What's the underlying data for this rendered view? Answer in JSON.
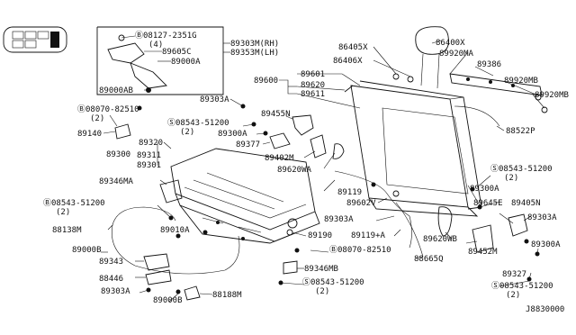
{
  "diagram": {
    "labels": [
      {
        "id": "p08127",
        "text": "Ⓑ08127-2351G"
      },
      {
        "id": "p08127q",
        "text": "(4)"
      },
      {
        "id": "p89605C",
        "text": "89605C"
      },
      {
        "id": "p89000A",
        "text": "89000A"
      },
      {
        "id": "p89000AB",
        "text": "89000AB"
      },
      {
        "id": "p89303M",
        "text": "89303M(RH)"
      },
      {
        "id": "p89353M",
        "text": "89353M(LH)"
      },
      {
        "id": "p89303A_top",
        "text": "89303A"
      },
      {
        "id": "p08070a",
        "text": "Ⓑ08070-82510"
      },
      {
        "id": "p08070aq",
        "text": "(2)"
      },
      {
        "id": "p89140",
        "text": "89140"
      },
      {
        "id": "p08543a",
        "text": "Ⓢ08543-51200"
      },
      {
        "id": "p08543aq",
        "text": "(2)"
      },
      {
        "id": "p89300A_a",
        "text": "89300A"
      },
      {
        "id": "p89455N",
        "text": "89455N"
      },
      {
        "id": "p89377",
        "text": "89377"
      },
      {
        "id": "p89600",
        "text": "89600"
      },
      {
        "id": "p89601",
        "text": "89601"
      },
      {
        "id": "p89620",
        "text": "89620"
      },
      {
        "id": "p89611",
        "text": "89611"
      },
      {
        "id": "p86405X",
        "text": "86405X"
      },
      {
        "id": "p86406X",
        "text": "86406X"
      },
      {
        "id": "p86400X",
        "text": "86400X"
      },
      {
        "id": "p89920MA",
        "text": "89920MA"
      },
      {
        "id": "p89386",
        "text": "89386"
      },
      {
        "id": "p89920MB_a",
        "text": "89920MB"
      },
      {
        "id": "p89920MB_b",
        "text": "89920MB"
      },
      {
        "id": "p88522P",
        "text": "88522P"
      },
      {
        "id": "p89320",
        "text": "89320"
      },
      {
        "id": "p89311",
        "text": "89311"
      },
      {
        "id": "p89300",
        "text": "89300"
      },
      {
        "id": "p89301",
        "text": "89301"
      },
      {
        "id": "p89402M",
        "text": "89402M"
      },
      {
        "id": "p89620WA",
        "text": "89620WA"
      },
      {
        "id": "p08543b",
        "text": "Ⓢ08543-51200"
      },
      {
        "id": "p08543bq",
        "text": "(2)"
      },
      {
        "id": "p89300A_b",
        "text": "89300A"
      },
      {
        "id": "p89346MA",
        "text": "89346MA"
      },
      {
        "id": "p08543c",
        "text": "Ⓑ08543-51200"
      },
      {
        "id": "p08543cq",
        "text": "(2)"
      },
      {
        "id": "p89119",
        "text": "89119"
      },
      {
        "id": "p89602V",
        "text": "89602V"
      },
      {
        "id": "p89645E",
        "text": "89645E"
      },
      {
        "id": "p89405N",
        "text": "89405N"
      },
      {
        "id": "p89303A_mid",
        "text": "89303A"
      },
      {
        "id": "p89303A_r",
        "text": "89303A"
      },
      {
        "id": "p88138M",
        "text": "88138M"
      },
      {
        "id": "p89010A",
        "text": "89010A"
      },
      {
        "id": "p89190",
        "text": "89190"
      },
      {
        "id": "p89119A",
        "text": "89119+A"
      },
      {
        "id": "p89620WB",
        "text": "89620WB"
      },
      {
        "id": "p89452M",
        "text": "89452M"
      },
      {
        "id": "p89300A_c",
        "text": "89300A"
      },
      {
        "id": "p89000B_a",
        "text": "89000B"
      },
      {
        "id": "p08070b",
        "text": "Ⓑ08070-82510"
      },
      {
        "id": "p88665Q",
        "text": "88665Q"
      },
      {
        "id": "p89343",
        "text": "89343"
      },
      {
        "id": "p89346MB",
        "text": "89346MB"
      },
      {
        "id": "p88446",
        "text": "88446"
      },
      {
        "id": "p08543d",
        "text": "Ⓢ08543-51200"
      },
      {
        "id": "p08543dq",
        "text": "(2)"
      },
      {
        "id": "p89327",
        "text": "89327"
      },
      {
        "id": "p08543e",
        "text": "Ⓢ08543-51200"
      },
      {
        "id": "p08543eq",
        "text": "(2)"
      },
      {
        "id": "p89303A_bot",
        "text": "89303A"
      },
      {
        "id": "p89000B_b",
        "text": "89000B"
      },
      {
        "id": "p88188M",
        "text": "88188M"
      },
      {
        "id": "p_code",
        "text": "J8830000"
      }
    ]
  }
}
